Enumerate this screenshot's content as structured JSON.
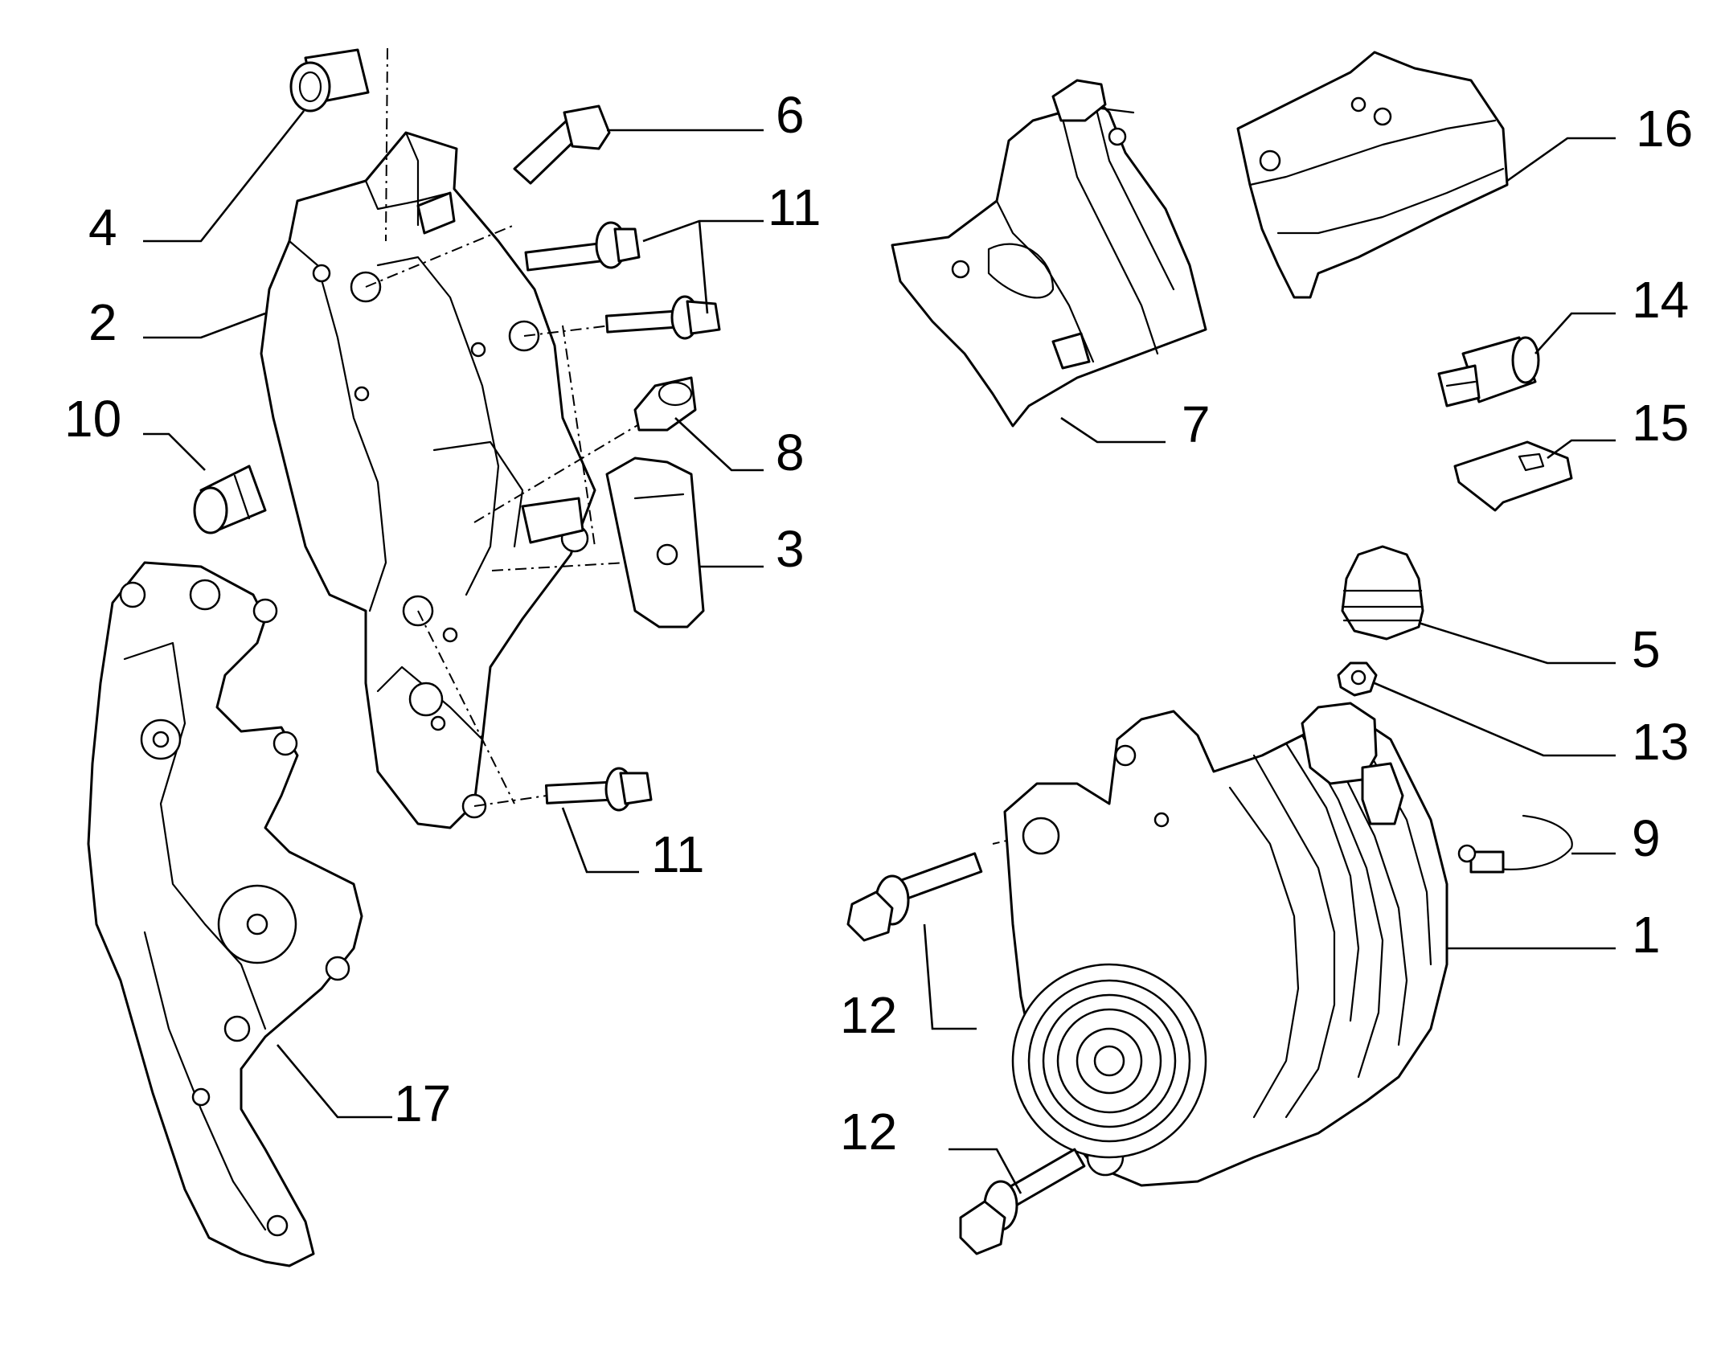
{
  "callouts": {
    "c1": "1",
    "c2": "2",
    "c3": "3",
    "c4": "4",
    "c5": "5",
    "c6": "6",
    "c7": "7",
    "c8": "8",
    "c9": "9",
    "c10": "10",
    "c11a": "11",
    "c11b": "11",
    "c12a": "12",
    "c12b": "12",
    "c13": "13",
    "c14": "14",
    "c15": "15",
    "c16": "16",
    "c17": "17"
  }
}
